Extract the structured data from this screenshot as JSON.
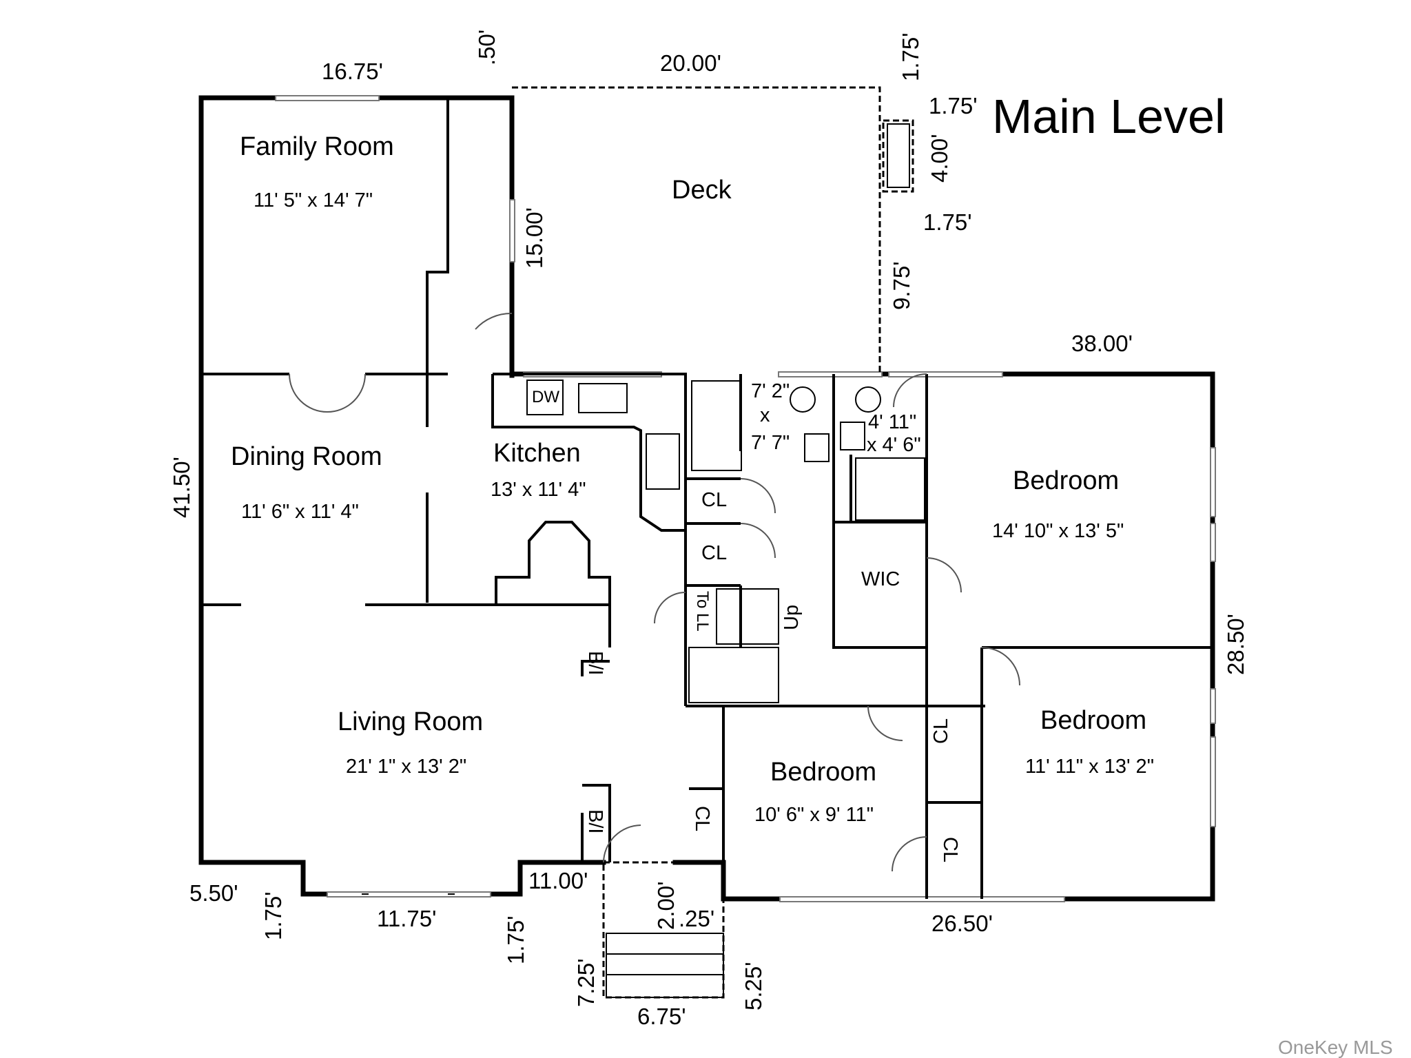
{
  "title": "Main Level",
  "watermark": "OneKey MLS",
  "rooms": {
    "family_room": {
      "name": "Family Room",
      "size": "11' 5\" x 14' 7\""
    },
    "deck": {
      "name": "Deck"
    },
    "dining_room": {
      "name": "Dining Room",
      "size": "11' 6\" x 11' 4\""
    },
    "kitchen": {
      "name": "Kitchen",
      "size": "13' x 11' 4\""
    },
    "living_room": {
      "name": "Living Room",
      "size": "21' 1\" x 13' 2\""
    },
    "bath1": {
      "size_line1": "7' 2\"",
      "size_x": "x",
      "size_line2": "7' 7\""
    },
    "bath2": {
      "size_line1": "4' 11\"",
      "size_line2": "x 4' 6\""
    },
    "bedroom_main": {
      "name": "Bedroom",
      "size": "14' 10\" x 13' 5\""
    },
    "bedroom_right": {
      "name": "Bedroom",
      "size": "11' 11\" x 13' 2\""
    },
    "bedroom_center": {
      "name": "Bedroom",
      "size": "10' 6\" x 9' 11\""
    }
  },
  "labels": {
    "dw": "DW",
    "cl": "CL",
    "wic": "WIC",
    "bi": "B/I",
    "to_ll": "To LL",
    "up": "Up"
  },
  "dimensions": {
    "top_16_75": "16.75'",
    "top_50": ".50'",
    "top_20_00": "20.00'",
    "top_1_75_v": "1.75'",
    "right_1_75_a": "1.75'",
    "right_4_00": "4.00'",
    "right_1_75_b": "1.75'",
    "deck_15_00": "15.00'",
    "deck_9_75": "9.75'",
    "top_38_00": "38.00'",
    "left_41_50": "41.50'",
    "right_28_50": "28.50'",
    "bot_5_50": "5.50'",
    "bot_1_75_a": "1.75'",
    "bot_11_75": "11.75'",
    "bot_1_75_b": "1.75'",
    "bot_11_00": "11.00'",
    "bot_2_00": "2.00'",
    "bot_25": ".25'",
    "bot_7_25": "7.25'",
    "bot_5_25": "5.25'",
    "bot_6_75": "6.75'",
    "bot_26_50": "26.50'"
  }
}
